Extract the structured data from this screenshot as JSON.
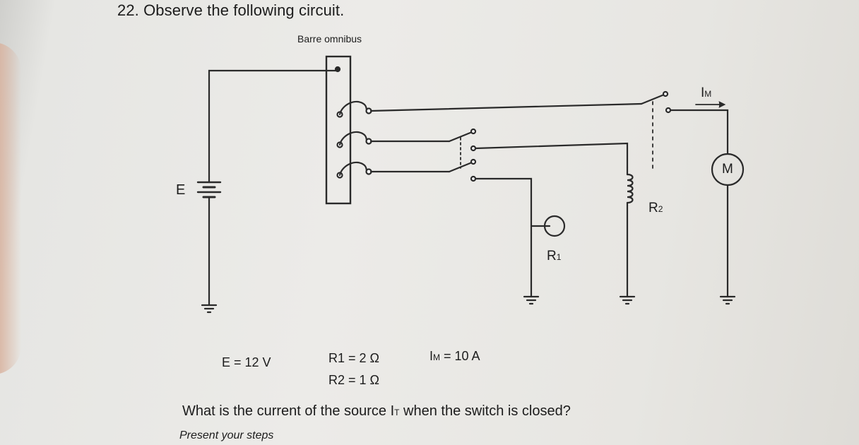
{
  "question": {
    "title": "22. Observe the following circuit.",
    "prompt": "What is the current of the source I",
    "prompt_sub": "T",
    "prompt_end": " when the switch is closed?",
    "instruction": "Present your steps"
  },
  "circuit": {
    "bus_label": "Barre omnibus",
    "source_label": "E",
    "r1_label": "R",
    "r1_sub": "1",
    "r2_label": "R",
    "r2_sub": "2",
    "im_label": "I",
    "im_sub": "M",
    "motor_label": "M"
  },
  "values": {
    "source": "E = 12 V",
    "r1": "R1 = 2 Ω",
    "r2": "R2 = 1 Ω",
    "im_prefix": "I",
    "im_sub": "M",
    "im_value": " = 10 A"
  }
}
